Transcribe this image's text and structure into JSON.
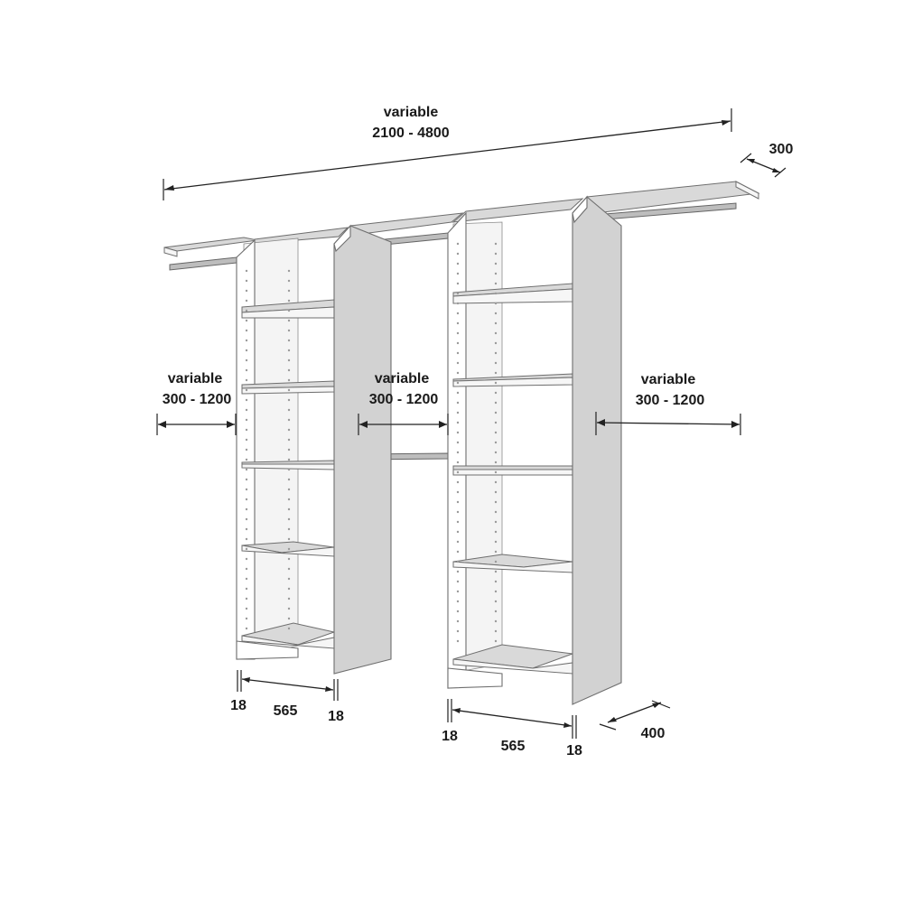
{
  "overall_width": {
    "line1": "variable",
    "line2": "2100 - 4800"
  },
  "top_depth": "300",
  "gap_left": {
    "line1": "variable",
    "line2": "300 - 1200"
  },
  "gap_middle": {
    "line1": "variable",
    "line2": "300 - 1200"
  },
  "gap_right": {
    "line1": "variable",
    "line2": "300 - 1200"
  },
  "tower_left": {
    "panel_left": "18",
    "inner_width": "565",
    "panel_right": "18"
  },
  "tower_right": {
    "panel_left": "18",
    "inner_width": "565",
    "panel_right": "18"
  },
  "tower_depth": "400"
}
